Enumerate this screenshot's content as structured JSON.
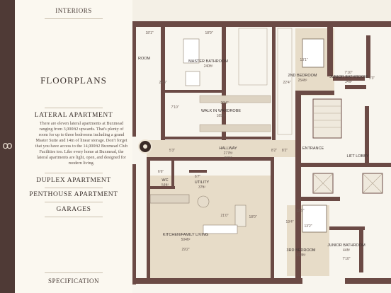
{
  "nav": {
    "top": "INTERIORS",
    "bottom": "SPECIFICATION"
  },
  "panel": {
    "title": "FLOORPLANS",
    "items": [
      {
        "label": "LATERAL APARTMENT"
      },
      {
        "label": "DUPLEX APARTMENT"
      },
      {
        "label": "PENTHOUSE APARTMENT"
      },
      {
        "label": "GARAGES"
      }
    ],
    "description": "There are eleven lateral apartments at Buxmead ranging from 3,000ft2 upwards. That's plenty of room for up to three bedrooms including a grand Master Suite and 14m of linear storage. Don't forget that you have access to the 14,000ft2 Buxmead Club Facilities too. Like every home at Buxmead, the lateral apartments are light, open, and designed for modern living."
  },
  "plan": {
    "rooms": {
      "room": "ROOM",
      "master_bath": "MASTER BATHROOM",
      "master_bath_area": "240ft²",
      "walk_in": "WALK IN WARDROBE",
      "walk_in_area": "189ft²",
      "bed2": "2ND BEDROOM",
      "bed2_area": "254ft²",
      "junior_bath1": "JUNIOR BATHROOM",
      "junior_bath1_area": "34ft²",
      "hallway": "HALLWAY",
      "hallway_area": "277ft²",
      "entrance": "ENTRANCE",
      "lift_lobby": "LIFT LOBBY",
      "wc": "WC",
      "wc_area": "54ft²",
      "utility": "UTILITY",
      "utility_area": "37ft²",
      "kitchen": "KITCHEN/FAMILY LIVING",
      "kitchen_area": "504ft²",
      "bed3": "3RD BEDROOM",
      "bed3_area": "213ft²",
      "junior_bath2": "JUNIOR BATHROOM",
      "junior_bath2_area": "44ft²"
    },
    "dims": {
      "d1": "18'1\"",
      "d2": "18'9\"",
      "d3": "13'1\"",
      "d4": "24'3\"",
      "d5": "20'4\"",
      "d6": "22'4\"",
      "d7": "7'10\"",
      "d8": "7'10\"",
      "d9": "5'3\"",
      "d10": "33'9\"",
      "d11": "6'6\"",
      "d12": "6'7\"",
      "d13": "21'0\"",
      "d14": "18'0\"",
      "d15": "29'2\"",
      "d16": "12'9\"",
      "d17": "19'4\"",
      "d18": "13'2\"",
      "d19": "7'10\"",
      "d20": "5'3\"",
      "d21": "8'2\"",
      "d22": "8'2\""
    }
  },
  "colors": {
    "rail": "#4f3a36",
    "wall": "#6b4a45",
    "panel": "#fbf8f0"
  }
}
